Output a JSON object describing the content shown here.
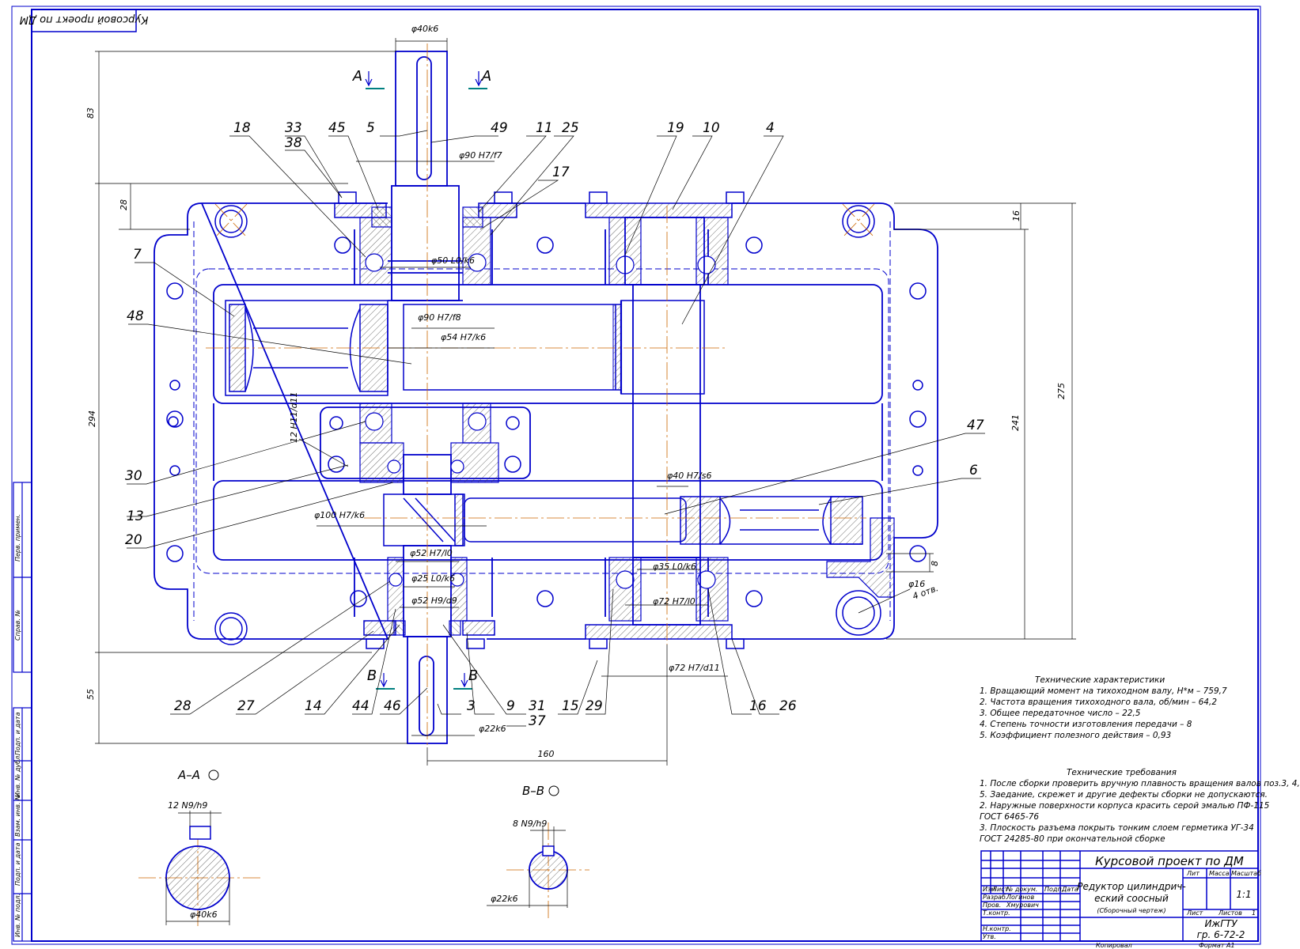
{
  "stamp_top": "Курсовой проект по ДМ",
  "section_labels": {
    "aa": "А–А",
    "bb": "В–В",
    "a": "А",
    "b": "В"
  },
  "callouts": [
    "5",
    "49",
    "18",
    "33",
    "38",
    "45",
    "11",
    "25",
    "17",
    "19",
    "10",
    "4",
    "7",
    "48",
    "30",
    "13",
    "20",
    "47",
    "6",
    "28",
    "27",
    "14",
    "44",
    "46",
    "3",
    "9",
    "31",
    "37",
    "15",
    "29",
    "16",
    "26"
  ],
  "dimensions": {
    "d40k6": "φ40k6",
    "d90h7f7": "φ90 H7/f7",
    "d50": "φ50 L0/k6",
    "d90h7f8": "φ90 H7/f8",
    "d54": "φ54 H7/k6",
    "d100": "φ100 H7/k6",
    "d40h7": "φ40 H7/s6",
    "d52a": "φ52 H7/l0",
    "d25": "φ25 L0/k6",
    "d52b": "φ52 H9/d9",
    "d35": "φ35 L0/k6",
    "d72a": "φ72 H7/l0",
    "d72b": "φ72 H7/d11",
    "d22k6": "φ22k6",
    "d16": "φ16",
    "holes": "4 отв.",
    "l83": "83",
    "l28": "28",
    "l294": "294",
    "l55": "55",
    "l16": "16",
    "l275": "275",
    "l241": "241",
    "l8": "8",
    "l160": "160",
    "key12": "12 H11/d11",
    "key12n": "12 N9/h9",
    "key8": "8 N9/h9",
    "d40sec": "φ40k6",
    "d22sec": "φ22k6"
  },
  "tech_specs": {
    "title": "Технические характеристики",
    "lines": [
      "1. Вращающий момент на тихоходном валу, Н*м – 759,7",
      "2. Частота вращения тихоходного вала, об/мин – 64,2",
      "3. Общее передаточное число – 22,5",
      "4. Степень точности изготовления передачи – 8",
      "5. Коэффициент полезного действия – 0,93"
    ]
  },
  "tech_reqs": {
    "title": "Технические требования",
    "lines": [
      "1. После сборки проверить вручную плавность вращения валов поз.3, 4,",
      "  5. Заедание, скрежет и другие дефекты сборки не допускаются.",
      "2. Наружные поверхности корпуса красить серой эмалью ПФ-115",
      "  ГОСТ 6465-76",
      "3. Плоскость разъема покрыть тонким слоем герметика УГ-34",
      "  ГОСТ 24285-80 при окончательной сборке"
    ]
  },
  "title_block": {
    "project": "Курсовой проект по ДМ",
    "name_line1": "Редуктор цилиндрич-",
    "name_line2": "еский соосный",
    "doc_type": "(Сборочный чертеж)",
    "col_izm": "Изм",
    "col_list": "Лист",
    "col_ndoc": "№ докум.",
    "col_podp": "Подп.",
    "col_data": "Дата",
    "row_razrab": "Разраб.",
    "razrab_name": "Логинов",
    "row_prov": "Пров.",
    "prov_name": "Хмурович",
    "row_tkontr": "Т.контр.",
    "row_nkontr": "Н.контр.",
    "row_utv": "Утв.",
    "lit": "Лит",
    "massa": "Масса",
    "masshtab": "Масштаб",
    "scale_val": "1:1",
    "list_label": "Лист",
    "listov_label": "Листов",
    "listov_val": "1",
    "org": "ИжГТУ",
    "group": "гр. 6-72-2",
    "copied": "Копировал",
    "format": "Формат  А1"
  },
  "side_stamps": [
    "Перв. примен.",
    "Справ. №",
    "Подп. и дата",
    "Инв. № дубл.",
    "Взам. инв. №",
    "Подп. и дата",
    "Инв. № подл."
  ],
  "colors": {
    "line": "#0000cc",
    "axis": "#cc6600",
    "hatch": "#222222",
    "cut": "#008080"
  }
}
